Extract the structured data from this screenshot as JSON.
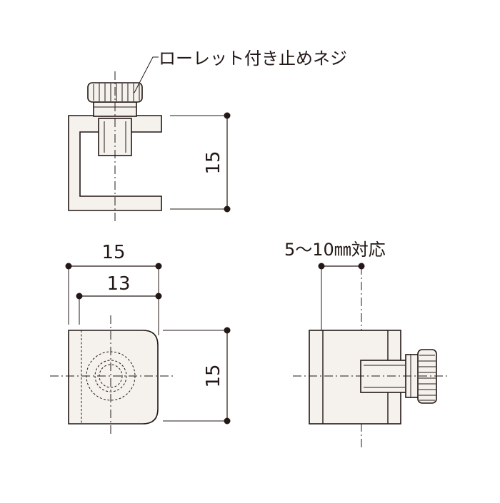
{
  "callout_knurled_screw": "ローレット付き止めネジ",
  "top_view": {
    "height_dim": "15"
  },
  "front_view": {
    "outer_width_dim": "15",
    "inner_width_dim": "13",
    "height_dim": "15"
  },
  "side_view": {
    "opening_range_label": "5～10㎜対応"
  },
  "colors": {
    "line": "#231815",
    "part_fill": "#f5f2ee",
    "background": "#ffffff"
  }
}
